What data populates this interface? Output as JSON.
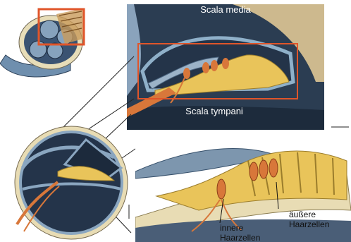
{
  "labels": {
    "scala_media": "Scala media",
    "scala_tympani": "Scala tympani",
    "inner_hair_cells_line1": "innere",
    "inner_hair_cells_line2": "Haarzellen",
    "outer_hair_cells_line1": "äußere",
    "outer_hair_cells_line2": "Haarzellen"
  },
  "colors": {
    "highlight_frame": "#e0552a",
    "fluid_dark": "#1f2f45",
    "membrane_blue": "#7d96ae",
    "bone_cream": "#e8dcb4",
    "organ_yellow": "#e9c45a",
    "hair_cell_orange": "#d8773a"
  }
}
